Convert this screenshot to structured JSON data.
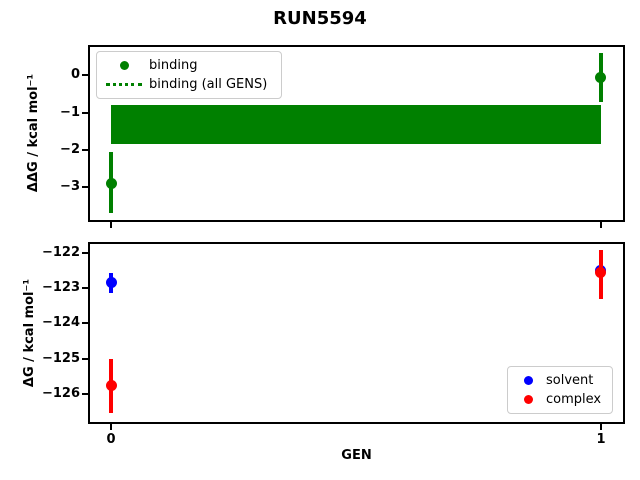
{
  "title": "RUN5594",
  "colors": {
    "binding": "#008000",
    "solvent": "#0000ff",
    "complex": "#ff0000",
    "axis": "#000000",
    "background": "#ffffff",
    "legend_border": "#cccccc"
  },
  "chart_data": [
    {
      "type": "scatter",
      "ylabel": "ΔΔG / kcal mol⁻¹",
      "xlabel": "",
      "xlim": [
        -0.047,
        1.049
      ],
      "ylim": [
        -3.93,
        0.81
      ],
      "xticks": [
        0,
        1
      ],
      "yticks": [
        0,
        -1,
        -2,
        -3
      ],
      "ytick_labels": [
        "0",
        "−1",
        "−2",
        "−3"
      ],
      "grid": false,
      "series": [
        {
          "name": "binding",
          "color": "#008000",
          "points": [
            {
              "x": 0,
              "y": -2.9,
              "ylo": -3.7,
              "yhi": -2.06
            },
            {
              "x": 1,
              "y": -0.06,
              "ylo": -0.72,
              "yhi": 0.59
            }
          ]
        }
      ],
      "band": {
        "name": "binding (all GENS)",
        "color": "#008000",
        "x0": 0,
        "x1": 1,
        "ylo": -1.85,
        "yhi": -0.8,
        "center": -1.33,
        "line_style": "dotted"
      },
      "legend": {
        "position": "upper left",
        "entries": [
          {
            "marker": "dot",
            "label": "binding"
          },
          {
            "marker": "dotted-line",
            "label": "binding (all GENS)"
          }
        ]
      }
    },
    {
      "type": "scatter",
      "ylabel": "ΔG / kcal mol⁻¹",
      "xlabel": "GEN",
      "xlim": [
        -0.047,
        1.049
      ],
      "ylim": [
        -126.85,
        -121.7
      ],
      "xticks": [
        0,
        1
      ],
      "xtick_labels": [
        "0",
        "1"
      ],
      "yticks": [
        -122,
        -123,
        -124,
        -125,
        -126
      ],
      "ytick_labels": [
        "−122",
        "−123",
        "−124",
        "−125",
        "−126"
      ],
      "grid": false,
      "series": [
        {
          "name": "solvent",
          "color": "#0000ff",
          "points": [
            {
              "x": 0,
              "y": -122.86,
              "ylo": -123.14,
              "yhi": -122.57
            },
            {
              "x": 1,
              "y": -122.52,
              "ylo": -123.0,
              "yhi": -122.05
            }
          ]
        },
        {
          "name": "complex",
          "color": "#ff0000",
          "points": [
            {
              "x": 0,
              "y": -125.77,
              "ylo": -126.55,
              "yhi": -125.0
            },
            {
              "x": 1,
              "y": -122.57,
              "ylo": -123.3,
              "yhi": -121.92
            }
          ]
        }
      ],
      "legend": {
        "position": "lower right",
        "entries": [
          {
            "marker": "dot",
            "label": "solvent"
          },
          {
            "marker": "dot",
            "label": "complex"
          }
        ]
      }
    }
  ]
}
